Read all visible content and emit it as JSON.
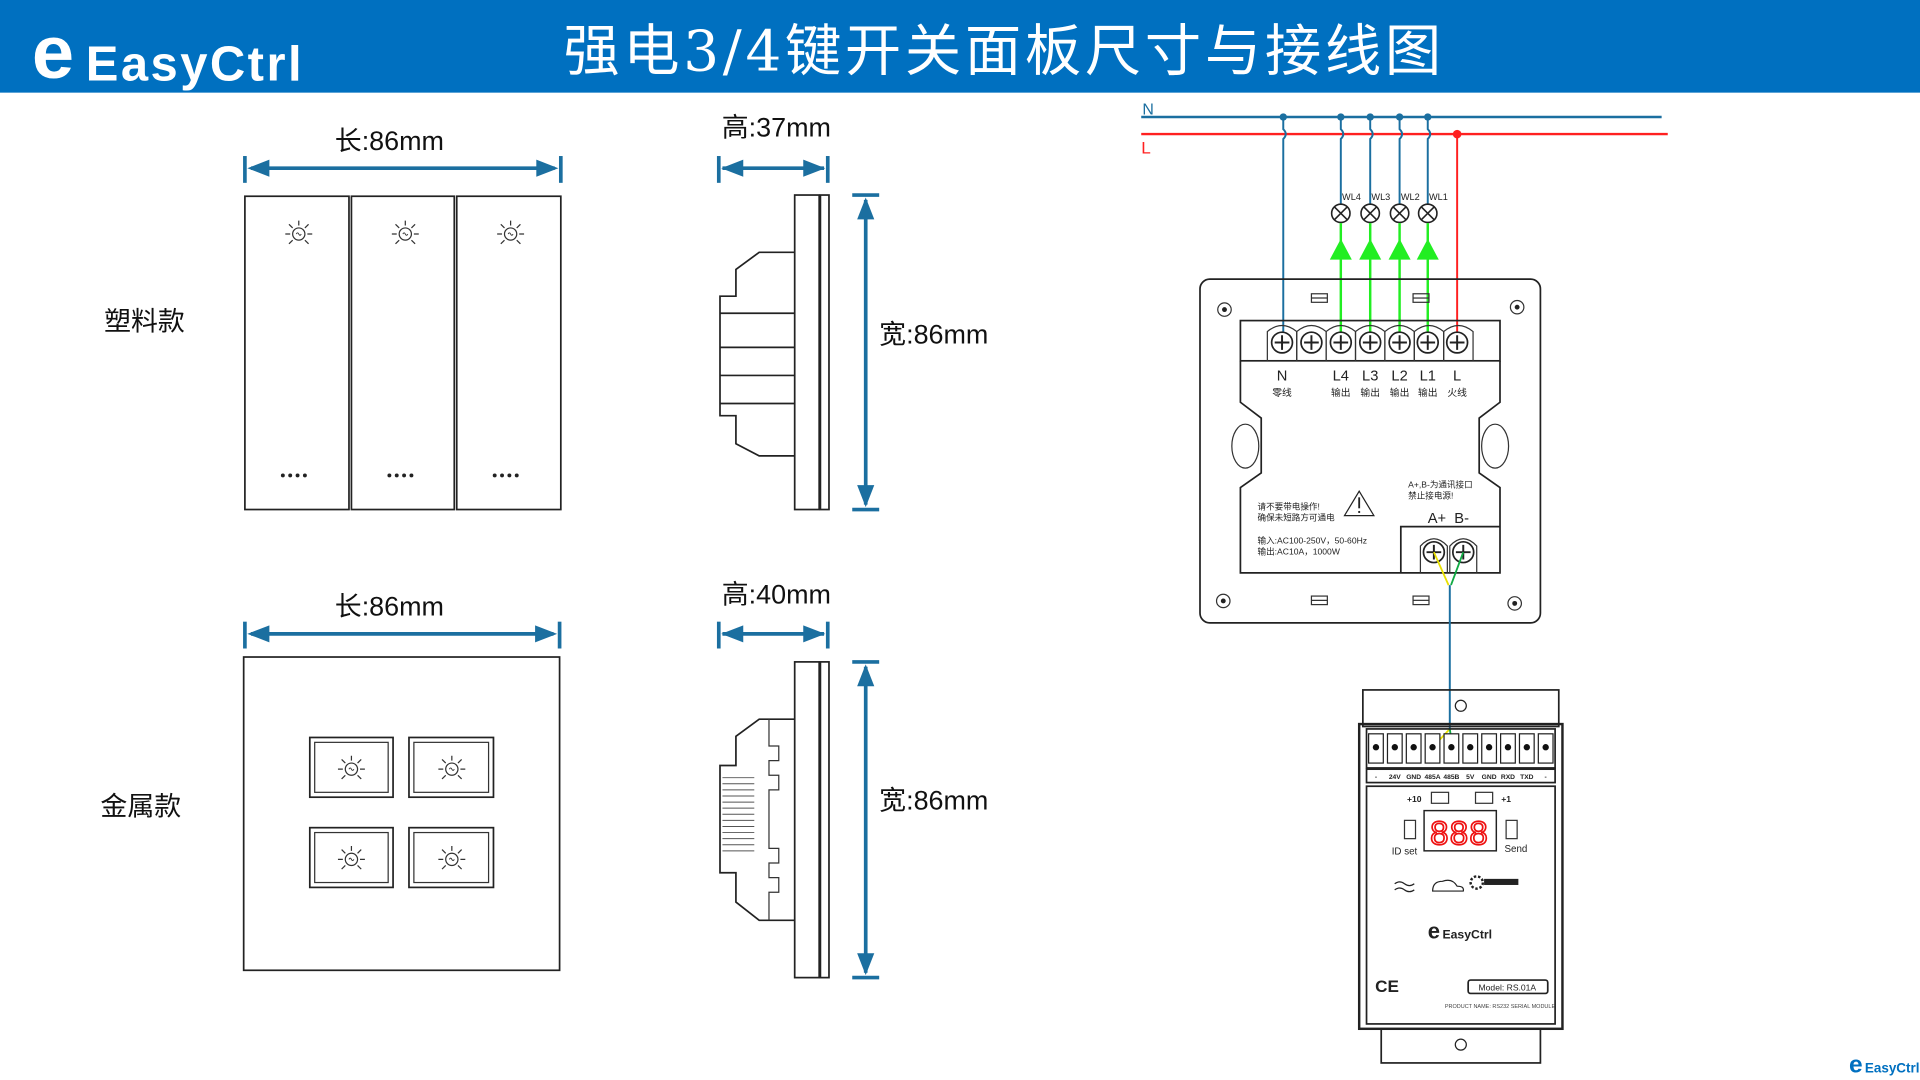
{
  "header": {
    "logo": "EasyCtrl",
    "title": "强电3/4键开关面板尺寸与接线图",
    "background": "#0070c0"
  },
  "plastic": {
    "label": "塑料款",
    "length": "长:86mm",
    "height": "高:37mm",
    "width": "宽:86mm",
    "key_count": 3
  },
  "metal": {
    "label": "金属款",
    "length": "长:86mm",
    "height": "高:40mm",
    "width": "宽:86mm",
    "key_count": 4
  },
  "wiring": {
    "n_label": "N",
    "l_label": "L",
    "lamps": [
      "WL4",
      "WL3",
      "WL2",
      "WL1"
    ],
    "terminals": [
      {
        "name": "N",
        "desc": "零线"
      },
      {
        "name": "L4",
        "desc": "输出"
      },
      {
        "name": "L3",
        "desc": "输出"
      },
      {
        "name": "L2",
        "desc": "输出"
      },
      {
        "name": "L1",
        "desc": "输出"
      },
      {
        "name": "L",
        "desc": "火线"
      }
    ],
    "warning_line1": "请不要带电操作!",
    "warning_line2": "确保未短路方可通电",
    "input_spec": "输入:AC100-250V，50-60Hz",
    "output_spec": "输出:AC10A，1000W",
    "comm_note1": "A+,B-为通讯接口",
    "comm_note2": "禁止接电源!",
    "comm_terminals": "A+  B-",
    "colors": {
      "neutral": "#1b6fa0",
      "live": "#ff2020",
      "switched": "#22ee22"
    }
  },
  "module": {
    "pins": [
      "-",
      "24V",
      "GND",
      "485A",
      "485B",
      "5V",
      "GND",
      "RXD",
      "TXD",
      "-"
    ],
    "plus10": "+10",
    "plus1": "+1",
    "display": "888",
    "id_set": "ID set",
    "send": "Send",
    "logo": "EasyCtrl",
    "ce": "CE",
    "model": "Model: RS.01A",
    "product_name": "PRODUCT NAME: RS232 SERIAL MODULE"
  },
  "footer_logo": "EasyCtrl"
}
